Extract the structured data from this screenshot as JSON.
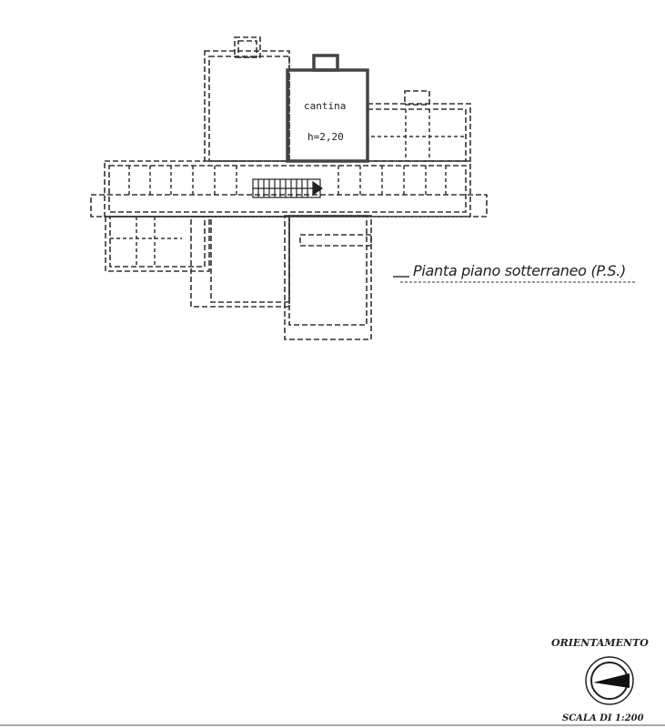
{
  "plan": {
    "room_name": "cantina",
    "room_height": "h=2,20",
    "title": "Pianta piano sotterraneo (P.S.)"
  },
  "legend": {
    "orientation_label": "ORIENTAMENTO",
    "scale_label": "SCALA DI 1:200"
  }
}
